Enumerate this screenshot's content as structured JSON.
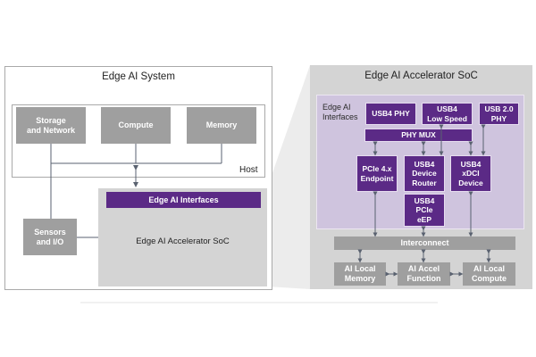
{
  "left_diagram": {
    "title": "Edge AI System",
    "host_label": "Host",
    "blocks": {
      "storage": "Storage\nand Network",
      "compute": "Compute",
      "memory": "Memory",
      "sensors": "Sensors\nand I/O"
    },
    "interfaces_bar": "Edge AI Interfaces",
    "soc_label": "Edge AI Accelerator SoC"
  },
  "right_diagram": {
    "title": "Edge AI Accelerator SoC",
    "interfaces_label": "Edge AI\nInterfaces",
    "blocks": {
      "usb4_phy": "USB4 PHY",
      "usb4_low_speed": "USB4\nLow Speed",
      "usb2_phy": "USB 2.0\nPHY",
      "phy_mux": "PHY MUX",
      "pcie_endpoint": "PCIe 4.x\nEndpoint",
      "usb4_device_router": "USB4\nDevice\nRouter",
      "usb4_xdci": "USB4\nxDCI\nDevice",
      "usb4_pcie_eep": "USB4\nPCIe\neEP",
      "interconnect": "Interconnect",
      "ai_local_memory": "AI Local\nMemory",
      "ai_accel_function": "AI Accel\nFunction",
      "ai_local_compute": "AI Local\nCompute"
    }
  },
  "colors": {
    "purple": "#5b2a86",
    "light_purple": "#cfc4de",
    "gray_block": "#9f9f9f",
    "soc_gray": "#d4d4d4"
  }
}
